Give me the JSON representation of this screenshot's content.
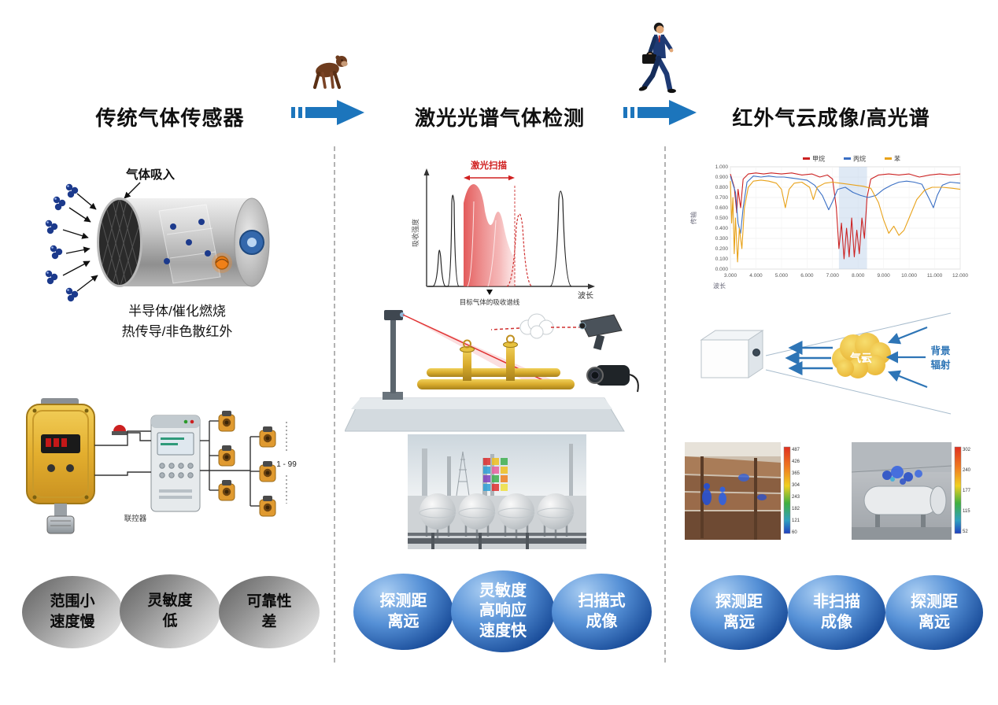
{
  "meta": {
    "colors": {
      "arrow_blue": "#1C75BC",
      "bubble_blue_dark": "#16448F",
      "bubble_blue_light": "#A9CDF2",
      "bubble_gray": "#8F8F8F",
      "laser_red": "#D02020"
    },
    "icons": {
      "evolution_step_1": "monkey-walking-icon",
      "evolution_step_2": "businessman-walking-icon"
    }
  },
  "header": {
    "stage1_title": "传统气体传感器",
    "stage2_title": "激光光谱气体检测",
    "stage3_title": "红外气云成像/高光谱"
  },
  "col1": {
    "intake_label": "气体吸入",
    "caption_lines": [
      "半导体/催化燃烧",
      "热传导/非色散红外"
    ],
    "wiring": {
      "count_label": "1 - 99",
      "controller_label": "联控器"
    },
    "bubbles": [
      {
        "lines": [
          "范围小",
          "速度慢"
        ]
      },
      {
        "lines": [
          "灵敏度",
          "低"
        ]
      },
      {
        "lines": [
          "可靠性",
          "差"
        ]
      }
    ]
  },
  "col2": {
    "spectrum": {
      "scan_label": "激光扫描",
      "ylabel": "吸收强度",
      "xlabel": "波长",
      "annotation": "目标气体的吸收谱线"
    },
    "bubbles": [
      {
        "lines": [
          "探测距",
          "离远"
        ]
      },
      {
        "lines": [
          "灵敏度",
          "高响应",
          "速度快"
        ]
      },
      {
        "lines": [
          "扫描式",
          "成像"
        ]
      }
    ]
  },
  "col3": {
    "cloud_label": "气云",
    "radiation_lines": [
      "背景",
      "辐射"
    ],
    "thermal_left_scale": [
      "487",
      "426",
      "365",
      "304",
      "243",
      "182",
      "121",
      "60"
    ],
    "thermal_right_scale": [
      "302",
      "240",
      "177",
      "115",
      "52"
    ],
    "bubbles": [
      {
        "lines": [
          "探测距",
          "离远"
        ]
      },
      {
        "lines": [
          "非扫描",
          "成像"
        ]
      },
      {
        "lines": [
          "探测距",
          "离远"
        ]
      }
    ]
  },
  "chart_data": [
    {
      "id": "absorption-spectrum",
      "type": "line",
      "title": "",
      "ylabel": "吸收强度",
      "xlabel": "波长",
      "annotations": [
        "激光扫描",
        "目标气体的吸收谱线"
      ],
      "description": "示意图：黑色为气体吸收峰，红色渐变区域为激光扫描波长范围，虚线峰为目标气体吸收谱线"
    },
    {
      "id": "transmission-spectrum",
      "type": "line",
      "title": "",
      "xlabel": "波长",
      "ylabel": "传输",
      "xlim": [
        3,
        12
      ],
      "ylim": [
        0,
        1
      ],
      "xticks": [
        "3.000",
        "4.000",
        "5.000",
        "6.000",
        "7.000",
        "8.000",
        "9.000",
        "10.000",
        "11.000",
        "12.000"
      ],
      "yticks": [
        "0.000",
        "0.100",
        "0.200",
        "0.300",
        "0.400",
        "0.500",
        "0.600",
        "0.700",
        "0.800",
        "0.900",
        "1.000"
      ],
      "grid": true,
      "legend_position": "top",
      "shaded_band": {
        "x0": 7.25,
        "x1": 8.35,
        "color": "#b8cfe8"
      },
      "series": [
        {
          "name": "甲烷",
          "color": "#cc2222",
          "points": [
            [
              3.0,
              0.93
            ],
            [
              3.15,
              0.8
            ],
            [
              3.25,
              0.55
            ],
            [
              3.3,
              0.78
            ],
            [
              3.4,
              0.6
            ],
            [
              3.5,
              0.88
            ],
            [
              3.7,
              0.93
            ],
            [
              4.0,
              0.94
            ],
            [
              4.3,
              0.93
            ],
            [
              4.6,
              0.94
            ],
            [
              5.0,
              0.93
            ],
            [
              5.4,
              0.94
            ],
            [
              5.8,
              0.92
            ],
            [
              6.2,
              0.93
            ],
            [
              6.5,
              0.9
            ],
            [
              6.8,
              0.92
            ],
            [
              7.0,
              0.88
            ],
            [
              7.15,
              0.6
            ],
            [
              7.25,
              0.2
            ],
            [
              7.35,
              0.45
            ],
            [
              7.45,
              0.1
            ],
            [
              7.55,
              0.4
            ],
            [
              7.65,
              0.12
            ],
            [
              7.75,
              0.5
            ],
            [
              7.85,
              0.12
            ],
            [
              7.95,
              0.38
            ],
            [
              8.05,
              0.15
            ],
            [
              8.15,
              0.5
            ],
            [
              8.25,
              0.3
            ],
            [
              8.35,
              0.7
            ],
            [
              8.5,
              0.88
            ],
            [
              8.8,
              0.92
            ],
            [
              9.2,
              0.93
            ],
            [
              9.6,
              0.92
            ],
            [
              10.0,
              0.93
            ],
            [
              10.4,
              0.9
            ],
            [
              10.8,
              0.92
            ],
            [
              11.2,
              0.93
            ],
            [
              11.6,
              0.92
            ],
            [
              12.0,
              0.93
            ]
          ]
        },
        {
          "name": "丙烷",
          "color": "#3a6fc4",
          "points": [
            [
              3.0,
              0.91
            ],
            [
              3.2,
              0.75
            ],
            [
              3.3,
              0.45
            ],
            [
              3.4,
              0.35
            ],
            [
              3.5,
              0.6
            ],
            [
              3.65,
              0.85
            ],
            [
              3.9,
              0.91
            ],
            [
              4.2,
              0.9
            ],
            [
              4.5,
              0.91
            ],
            [
              4.8,
              0.9
            ],
            [
              5.1,
              0.9
            ],
            [
              5.4,
              0.89
            ],
            [
              5.7,
              0.88
            ],
            [
              6.0,
              0.87
            ],
            [
              6.3,
              0.82
            ],
            [
              6.6,
              0.72
            ],
            [
              6.85,
              0.58
            ],
            [
              7.0,
              0.66
            ],
            [
              7.2,
              0.78
            ],
            [
              7.5,
              0.8
            ],
            [
              7.8,
              0.75
            ],
            [
              8.1,
              0.72
            ],
            [
              8.4,
              0.7
            ],
            [
              8.7,
              0.72
            ],
            [
              9.0,
              0.78
            ],
            [
              9.3,
              0.82
            ],
            [
              9.6,
              0.85
            ],
            [
              9.9,
              0.86
            ],
            [
              10.2,
              0.85
            ],
            [
              10.5,
              0.83
            ],
            [
              10.8,
              0.68
            ],
            [
              10.95,
              0.6
            ],
            [
              11.1,
              0.72
            ],
            [
              11.3,
              0.82
            ],
            [
              11.6,
              0.85
            ],
            [
              12.0,
              0.84
            ]
          ]
        },
        {
          "name": "苯",
          "color": "#e8a21a",
          "points": [
            [
              3.0,
              0.86
            ],
            [
              3.05,
              0.45
            ],
            [
              3.1,
              0.7
            ],
            [
              3.15,
              0.15
            ],
            [
              3.2,
              0.5
            ],
            [
              3.28,
              0.07
            ],
            [
              3.35,
              0.4
            ],
            [
              3.45,
              0.2
            ],
            [
              3.55,
              0.6
            ],
            [
              3.7,
              0.8
            ],
            [
              3.9,
              0.86
            ],
            [
              4.2,
              0.87
            ],
            [
              4.5,
              0.86
            ],
            [
              4.8,
              0.84
            ],
            [
              5.0,
              0.78
            ],
            [
              5.15,
              0.6
            ],
            [
              5.3,
              0.78
            ],
            [
              5.5,
              0.84
            ],
            [
              5.8,
              0.85
            ],
            [
              6.1,
              0.8
            ],
            [
              6.25,
              0.68
            ],
            [
              6.4,
              0.8
            ],
            [
              6.7,
              0.84
            ],
            [
              7.0,
              0.85
            ],
            [
              7.3,
              0.84
            ],
            [
              7.6,
              0.83
            ],
            [
              7.9,
              0.82
            ],
            [
              8.2,
              0.81
            ],
            [
              8.5,
              0.79
            ],
            [
              8.8,
              0.65
            ],
            [
              9.0,
              0.48
            ],
            [
              9.2,
              0.35
            ],
            [
              9.4,
              0.42
            ],
            [
              9.6,
              0.33
            ],
            [
              9.8,
              0.38
            ],
            [
              10.0,
              0.5
            ],
            [
              10.3,
              0.68
            ],
            [
              10.6,
              0.77
            ],
            [
              10.9,
              0.8
            ],
            [
              11.3,
              0.8
            ],
            [
              11.7,
              0.79
            ],
            [
              12.0,
              0.78
            ]
          ]
        }
      ]
    }
  ]
}
